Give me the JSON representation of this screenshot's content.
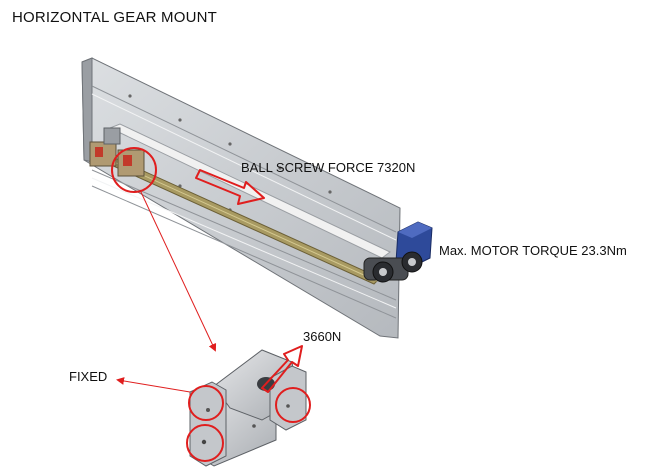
{
  "title": "HORIZONTAL GEAR MOUNT",
  "annotations": {
    "ball_screw_force": "BALL SCREW FORCE 7320N",
    "motor_torque": "Max. MOTOR TORQUE 23.3Nm",
    "clamp_force": "3660N",
    "fixed": "FIXED"
  },
  "colors": {
    "plate": "#c9ccd0",
    "plate_dark": "#8e9297",
    "screw": "#9a8a55",
    "motor": "#2e4a9a",
    "annotation": "#e01e1e"
  }
}
